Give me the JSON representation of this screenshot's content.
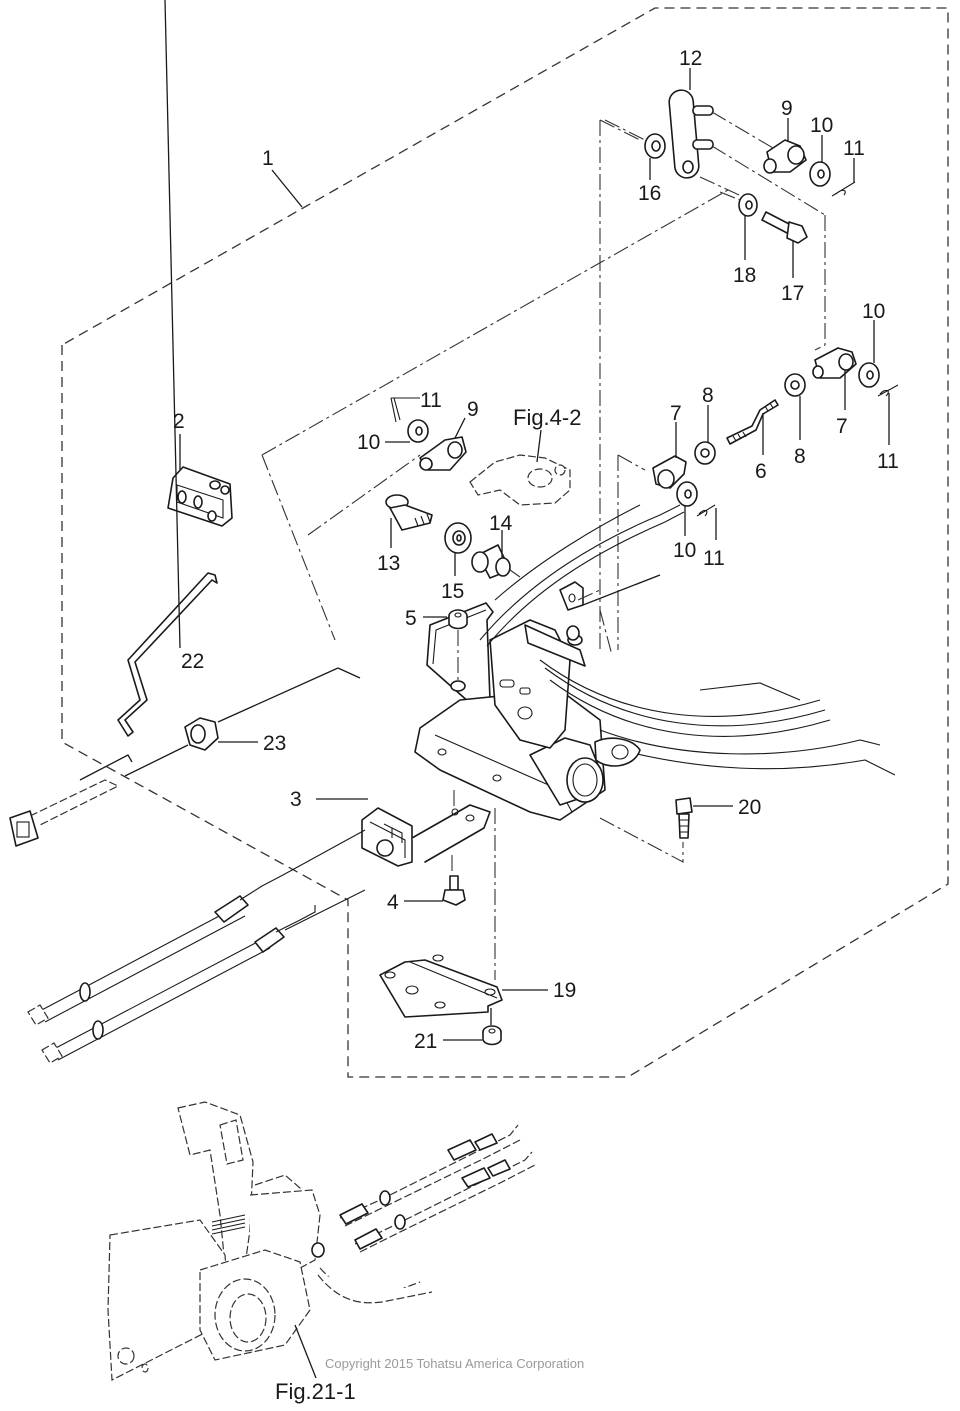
{
  "diagram": {
    "type": "exploded-parts-diagram",
    "description": "Remote control attachment kit exploded view",
    "callouts": [
      {
        "id": "c1",
        "label": "1"
      },
      {
        "id": "c2",
        "label": "2"
      },
      {
        "id": "c3",
        "label": "3"
      },
      {
        "id": "c4",
        "label": "4"
      },
      {
        "id": "c5",
        "label": "5"
      },
      {
        "id": "c6",
        "label": "6"
      },
      {
        "id": "c7a",
        "label": "7"
      },
      {
        "id": "c7b",
        "label": "7"
      },
      {
        "id": "c8a",
        "label": "8"
      },
      {
        "id": "c8b",
        "label": "8"
      },
      {
        "id": "c9a",
        "label": "9"
      },
      {
        "id": "c9b",
        "label": "9"
      },
      {
        "id": "c10a",
        "label": "10"
      },
      {
        "id": "c10b",
        "label": "10"
      },
      {
        "id": "c10c",
        "label": "10"
      },
      {
        "id": "c10d",
        "label": "10"
      },
      {
        "id": "c11a",
        "label": "11"
      },
      {
        "id": "c11b",
        "label": "11"
      },
      {
        "id": "c11c",
        "label": "11"
      },
      {
        "id": "c11d",
        "label": "11"
      },
      {
        "id": "c12",
        "label": "12"
      },
      {
        "id": "c13",
        "label": "13"
      },
      {
        "id": "c14",
        "label": "14"
      },
      {
        "id": "c15",
        "label": "15"
      },
      {
        "id": "c16",
        "label": "16"
      },
      {
        "id": "c17",
        "label": "17"
      },
      {
        "id": "c18",
        "label": "18"
      },
      {
        "id": "c19",
        "label": "19"
      },
      {
        "id": "c20",
        "label": "20"
      },
      {
        "id": "c21",
        "label": "21"
      },
      {
        "id": "c22",
        "label": "22"
      },
      {
        "id": "c23",
        "label": "23"
      }
    ],
    "figure_refs": {
      "fig_4_2": "Fig.4-2",
      "fig_21_1": "Fig.21-1"
    },
    "copyright": "Copyright 2015 Tohatsu America Corporation"
  }
}
